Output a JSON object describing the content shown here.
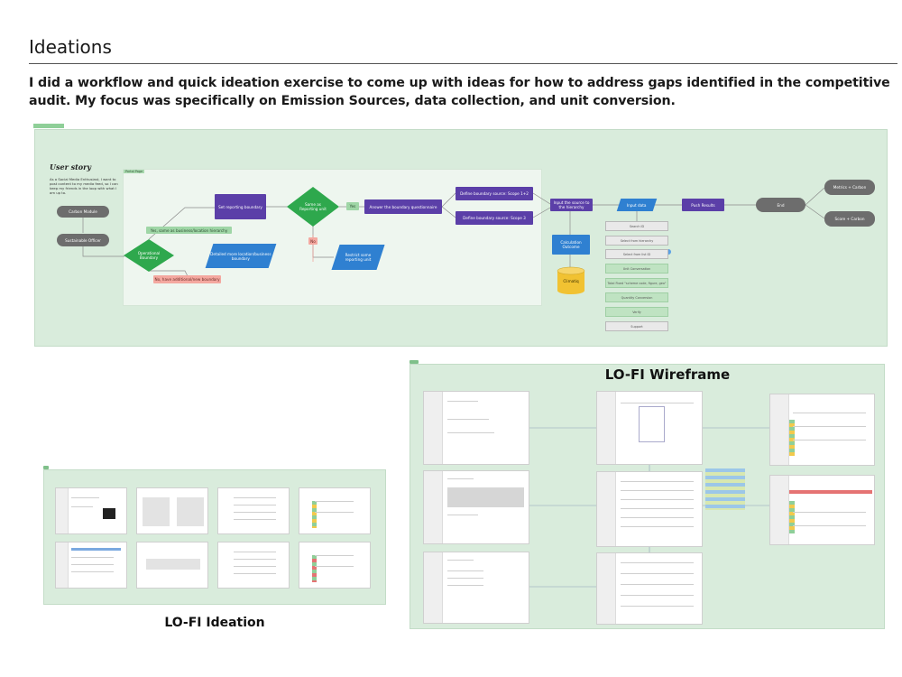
{
  "header": {
    "title": "Ideations",
    "intro": "I did a workflow and quick ideation exercise to come up with ideas for how to address gaps identified in the competitive audit. My focus was specifically on Emission Sources, data collection, and unit conversion."
  },
  "workflow": {
    "user_story_title": "User story",
    "user_story_text": "As a Social Media Enthusiast, I want to post content to my media feed, so I can keep my friends in the loop with what I am up to.",
    "canvas_label": "Portal Page",
    "nodes": {
      "carbon_module": "Carbon Module",
      "sustainable_officer": "Sustainable Officer",
      "operational_boundary": "Operational Boundary",
      "set_reporting_boundary": "Set reporting boundary",
      "same_as_reporting": "Same as Reporting unit",
      "yes_label": "Yes",
      "no_label": "No",
      "yes_same": "Yes, same as business/location hierarchy",
      "no_additional": "No, have additional/new boundary",
      "detailed_boundary": "Detailed more location/business boundary",
      "answer_questionnaire": "Answer the boundary questionnaire",
      "define_scope12": "Define boundary source: Scope 1+2",
      "define_scope3": "Define boundary source: Scope 3",
      "restrict_unit": "Restrict some reporting unit",
      "input_source": "Input the source to the hierarchy",
      "calculation_outcome": "Calculation Outcome",
      "climatiq": "Climatiq",
      "input_data": "Input data",
      "push_results": "Push Results",
      "end": "End",
      "metrics_carbon": "Metrics + Carbon",
      "score_carbon": "Score + Carbon"
    },
    "options": [
      {
        "label": "Search ID",
        "style": "grey"
      },
      {
        "label": "Select from hierarchy",
        "style": "grey"
      },
      {
        "label": "Select from list ID",
        "style": "grey"
      },
      {
        "label": "Unit Conversation",
        "style": "grn"
      },
      {
        "label": "Total Fixed \"scheme code, figure, geo\"",
        "style": "grn"
      },
      {
        "label": "Quantity Conversion",
        "style": "grn"
      },
      {
        "label": "Verify",
        "style": "grn"
      },
      {
        "label": "Support",
        "style": "grey"
      }
    ]
  },
  "boards": {
    "wireframe_title": "LO-FI Wireframe",
    "ideation_title": "LO-FI Ideation"
  },
  "colors": {
    "board": "#d9ecdc",
    "purple": "#5b3fa8",
    "blue": "#2f80d1",
    "diamond": "#2ea84d",
    "grey_pill": "#6d6d6d",
    "cylinder": "#f1c232"
  }
}
